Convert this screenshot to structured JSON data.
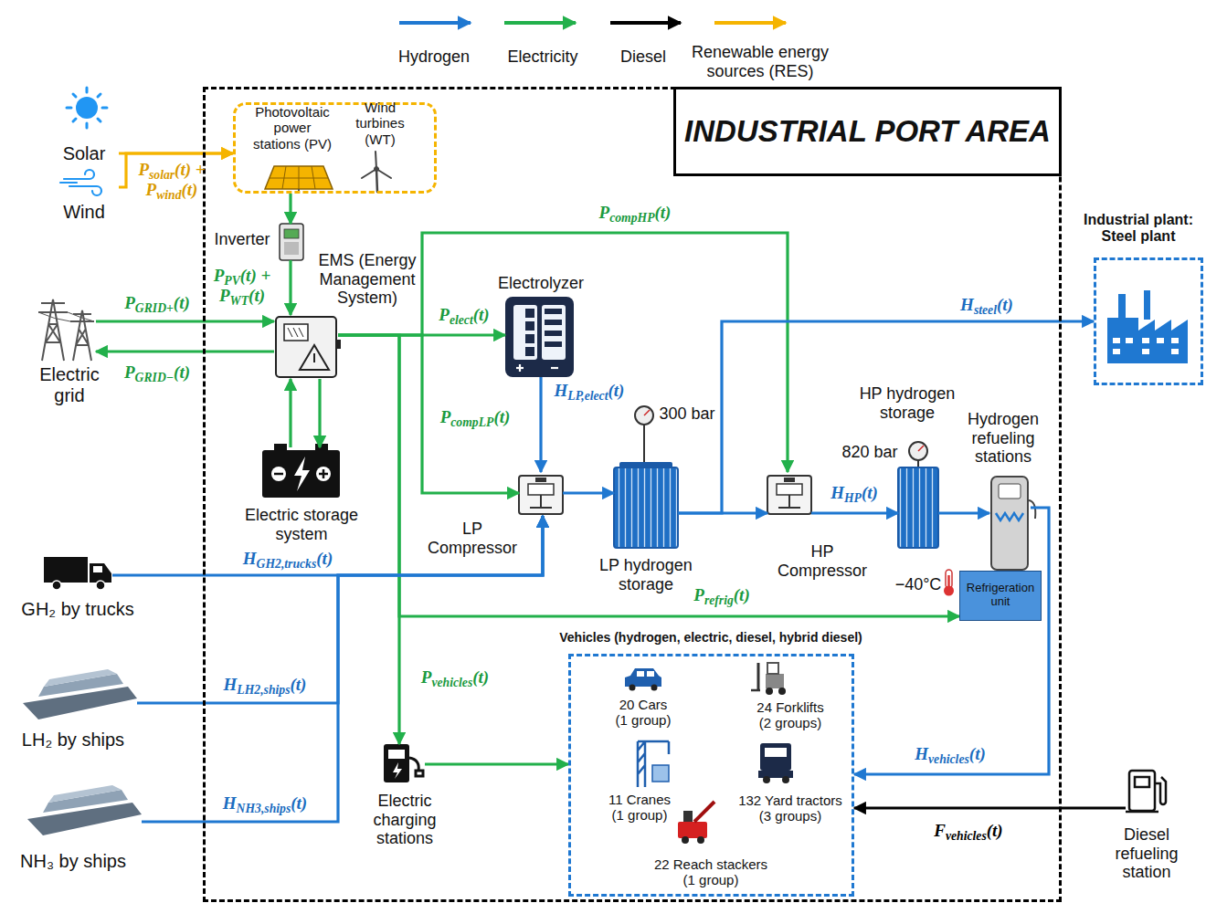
{
  "diagram": {
    "nodes": [
      {
        "text": [
          "INDUSTRIAL PORT AREA"
        ]
      },
      {
        "text": [
          "Solar"
        ]
      },
      {
        "text": [
          "Wind"
        ]
      },
      {
        "text": [
          "Electric grid"
        ]
      },
      {
        "text": [
          "Photovoltaic power stations (PV)",
          "Wind turbines (WT)"
        ],
        "in": 0
      },
      {
        "text": [
          "Inverter"
        ],
        "in": 0
      },
      {
        "text": [
          "EMS (Energy Management System)"
        ],
        "in": 0
      },
      {
        "text": [
          "Electric storage system"
        ],
        "in": 0
      },
      {
        "text": [
          "Electrolyzer"
        ],
        "in": 0
      },
      {
        "text": [
          "LP Compressor"
        ],
        "in": 0
      },
      {
        "text": [
          "LP hydrogen storage"
        ],
        "in": 0
      },
      {
        "text": [
          "HP Compressor"
        ],
        "in": 0
      },
      {
        "text": [
          "HP hydrogen storage"
        ],
        "in": 0
      },
      {
        "text": [
          "Hydrogen refueling stations"
        ],
        "in": 0
      },
      {
        "text": [
          "Refrigeration unit"
        ],
        "in": 0
      },
      {
        "text": [
          "GH₂ by trucks"
        ]
      },
      {
        "text": [
          "LH₂ by ships"
        ]
      },
      {
        "text": [
          "NH₃ by ships"
        ]
      },
      {
        "text": [
          "Industrial plant: Steel plant"
        ]
      },
      {
        "text": [
          "Electric charging stations"
        ],
        "in": 0
      },
      {
        "text": [
          "Vehicles (hydrogen, electric, diesel, hybrid diesel)"
        ],
        "in": 0
      },
      {
        "text": [
          "20 Cars (1 group)"
        ],
        "in": 20
      },
      {
        "text": [
          "24 Forklifts (2 groups)"
        ],
        "in": 20
      },
      {
        "text": [
          "11 Cranes (1 group)"
        ],
        "in": 20
      },
      {
        "text": [
          "132 Yard tractors (3 groups)"
        ],
        "in": 20
      },
      {
        "text": [
          "22 Reach stackers (1 group)"
        ],
        "in": 20
      },
      {
        "text": [
          "Diesel refueling station"
        ]
      }
    ],
    "edges": [
      {
        "from": 1,
        "to": 4,
        "arrow": "to",
        "label": "Psolar(t) + Pwind(t)"
      },
      {
        "from": 2,
        "to": 4,
        "arrow": "to"
      },
      {
        "from": 4,
        "to": 5,
        "arrow": "to"
      },
      {
        "from": 5,
        "to": 6,
        "arrow": "to",
        "label": "PPV(t) + PWT(t)"
      },
      {
        "from": 3,
        "to": 6,
        "arrow": "to",
        "label": "PGRID+(t)"
      },
      {
        "from": 6,
        "to": 3,
        "arrow": "to",
        "label": "PGRID−(t)"
      },
      {
        "from": 6,
        "to": 7,
        "arrow": "to"
      },
      {
        "from": 7,
        "to": 6,
        "arrow": "to"
      },
      {
        "from": 6,
        "to": 8,
        "arrow": "to",
        "label": "Pelect(t)"
      },
      {
        "from": 6,
        "to": 9,
        "arrow": "to",
        "label": "PcompLP(t)"
      },
      {
        "from": 6,
        "to": 11,
        "arrow": "to",
        "label": "PcompHP(t)"
      },
      {
        "from": 6,
        "to": 14,
        "arrow": "to",
        "label": "Prefrig(t)"
      },
      {
        "from": 6,
        "to": 19,
        "arrow": "to",
        "label": "Pvehicles(t)"
      },
      {
        "from": 19,
        "to": 20,
        "arrow": "to"
      },
      {
        "from": 8,
        "to": 9,
        "arrow": "to",
        "label": "HLP,elect(t)"
      },
      {
        "from": 9,
        "to": 10,
        "arrow": "to"
      },
      {
        "from": 10,
        "to": 11,
        "arrow": "to"
      },
      {
        "from": 10,
        "to": 18,
        "arrow": "to",
        "label": "Hsteel(t)"
      },
      {
        "from": 11,
        "to": 12,
        "arrow": "to",
        "label": "HHP(t)"
      },
      {
        "from": 12,
        "to": 13,
        "arrow": "to"
      },
      {
        "from": 13,
        "to": 20,
        "arrow": "to",
        "label": "Hvehicles(t)"
      },
      {
        "from": 26,
        "to": 20,
        "arrow": "to",
        "label": "Fvehicles(t)"
      },
      {
        "from": 15,
        "to": 9,
        "arrow": "to",
        "label": "HGH2,trucks(t)"
      },
      {
        "from": 16,
        "to": 9,
        "arrow": "to",
        "label": "HLH2,ships(t)"
      },
      {
        "from": 17,
        "to": 9,
        "arrow": "to",
        "label": "HNH3,ships(t)"
      }
    ],
    "labels": [
      "300 bar",
      "820 bar",
      "−40°C"
    ],
    "legend": [
      {
        "text": "Hydrogen",
        "color": "#1f78d1"
      },
      {
        "text": "Electricity",
        "color": "#22b04b"
      },
      {
        "text": "Diesel",
        "color": "#000000"
      },
      {
        "text": "Renewable energy sources (RES)",
        "color": "#f5b400"
      }
    ]
  }
}
